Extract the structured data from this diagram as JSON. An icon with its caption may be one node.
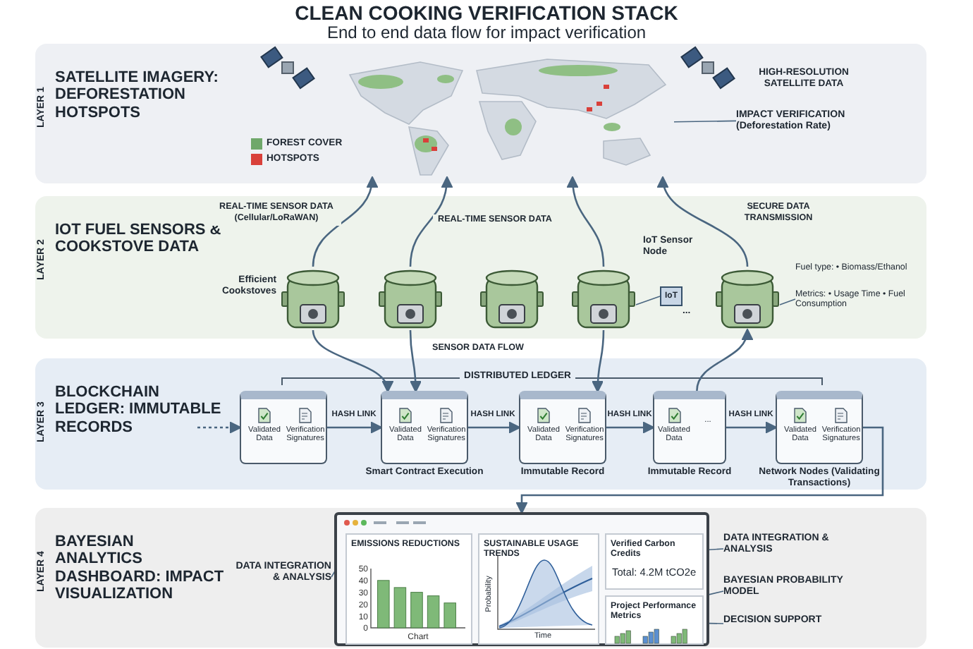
{
  "diagram": {
    "title": "CLEAN COOKING VERIFICATION STACK",
    "caption": "End to end data flow for impact verification",
    "nodes": [
      {
        "text": [
          "LAYER 1",
          "SATELLITE IMAGERY: DEFORESTATION HOTSPOTS"
        ]
      },
      {
        "text": [],
        "shape": "picture",
        "in": 0
      },
      {
        "text": [],
        "shape": "picture",
        "in": 0
      },
      {
        "text": [],
        "shape": "picture",
        "in": 0
      },
      {
        "text": [
          "IMPACT VERIFICATION (Deforestation Rate)"
        ],
        "in": 0
      },
      {
        "text": [
          "LAYER 2",
          "IOT FUEL SENSORS & COOKSTOVE DATA"
        ]
      },
      {
        "text": [],
        "shape": "picture",
        "in": 5,
        "beside": [
          "Efficient Cookstoves"
        ]
      },
      {
        "text": [],
        "shape": "picture",
        "in": 5
      },
      {
        "text": [],
        "shape": "picture",
        "in": 5
      },
      {
        "text": [],
        "shape": "picture",
        "in": 5
      },
      {
        "text": [
          "IoT"
        ],
        "in": 5,
        "beside": [
          "IoT Sensor Node",
          "..."
        ]
      },
      {
        "text": [],
        "shape": "picture",
        "in": 5
      },
      {
        "text": [
          "Fuel type: • Biomass/Ethanol",
          "Metrics: • Usage Time • Fuel Consumption"
        ],
        "in": 5
      },
      {
        "text": [
          "LAYER 3",
          "BLOCKCHAIN LEDGER: IMMUTABLE RECORDS"
        ]
      },
      {
        "text": [
          "Validated Data",
          "Verification Signatures"
        ],
        "in": 13
      },
      {
        "text": [
          "Validated Data",
          "Verification Signatures"
        ],
        "in": 13,
        "beside": [
          "Smart Contract Execution"
        ]
      },
      {
        "text": [
          "Validated Data",
          "Verification Signatures"
        ],
        "in": 13,
        "beside": [
          "Immutable Record"
        ]
      },
      {
        "text": [
          "Validated Data",
          "..."
        ],
        "in": 13,
        "beside": [
          "Immutable Record"
        ]
      },
      {
        "text": [
          "Validated Data",
          "Verification Signatures"
        ],
        "in": 13,
        "beside": [
          "Network Nodes (Validating Transactions)"
        ]
      },
      {
        "text": [
          "LAYER 4",
          "BAYESIAN ANALYTICS DASHBOARD: IMPACT VISUALIZATION"
        ]
      },
      {
        "text": [],
        "shape": "box",
        "in": 19
      },
      {
        "text": [
          "EMISSIONS REDUCTIONS"
        ],
        "in": 20
      },
      {
        "text": [
          "SUSTAINABLE USAGE TRENDS",
          "Probability",
          "Time"
        ],
        "in": 20
      },
      {
        "text": [
          "Verified Carbon Credits",
          "Total: 4.2M tCO2e"
        ],
        "in": 20
      },
      {
        "text": [
          "Project Performance Metrics"
        ],
        "in": 20
      },
      {
        "text": [
          "DATA INTEGRATION & ANALYSIS"
        ],
        "in": 19
      },
      {
        "text": [
          "DATA INTEGRATION & ANALYSIS"
        ],
        "in": 19
      },
      {
        "text": [
          "BAYESIAN PROBABILITY MODEL"
        ],
        "in": 19
      },
      {
        "text": [
          "DECISION SUPPORT"
        ],
        "in": 19
      }
    ],
    "edges": [
      {
        "from": 4,
        "to": 2,
        "arrow": "none"
      },
      {
        "from": 6,
        "to": 2,
        "arrow": "to",
        "label": "REAL-TIME SENSOR DATA (Cellular/LoRaWAN)"
      },
      {
        "from": 7,
        "to": 2,
        "arrow": "to",
        "label": "REAL-TIME SENSOR DATA"
      },
      {
        "from": 9,
        "to": 2,
        "arrow": "to"
      },
      {
        "from": 11,
        "to": 2,
        "arrow": "to",
        "label": "SECURE DATA TRANSMISSION"
      },
      {
        "from": 10,
        "to": 9,
        "arrow": "none"
      },
      {
        "from": 12,
        "to": 11,
        "arrow": "none"
      },
      {
        "from": 6,
        "to": 15,
        "arrow": "to"
      },
      {
        "from": 7,
        "to": 15,
        "arrow": "to",
        "label": "SENSOR DATA FLOW"
      },
      {
        "from": 9,
        "to": 16,
        "arrow": "to"
      },
      {
        "from": 17,
        "to": 11,
        "arrow": "to"
      },
      {
        "from": null,
        "to": 14,
        "arrow": "to",
        "style": "dashed"
      },
      {
        "from": 14,
        "to": 15,
        "arrow": "to",
        "label": "HASH LINK"
      },
      {
        "from": 15,
        "to": 16,
        "arrow": "to",
        "label": "HASH LINK"
      },
      {
        "from": 16,
        "to": 17,
        "arrow": "to",
        "label": "HASH LINK"
      },
      {
        "from": 17,
        "to": 18,
        "arrow": "to",
        "label": "HASH LINK"
      },
      {
        "from": 18,
        "to": 20,
        "arrow": "to"
      },
      {
        "from": 25,
        "to": 21,
        "arrow": "none"
      },
      {
        "from": 26,
        "to": 23,
        "arrow": "none"
      },
      {
        "from": 27,
        "to": 24,
        "arrow": "none"
      },
      {
        "from": 28,
        "to": 24,
        "arrow": "none"
      }
    ],
    "labels": [
      "HIGH-RESOLUTION SATELLITE DATA",
      "DISTRIBUTED LEDGER"
    ],
    "legend": [
      {
        "text": "FOREST COVER",
        "color": "#6fa86a"
      },
      {
        "text": "HOTSPOTS",
        "color": "#d9403a"
      }
    ],
    "chart_data": {
      "type": "bar",
      "xlabel": "Chart",
      "categories": [
        null,
        null,
        null,
        null,
        null
      ],
      "values": [
        40,
        34,
        30,
        27,
        21
      ],
      "ylim": [
        0,
        50
      ],
      "yticks": [
        0,
        10,
        20,
        30,
        40,
        50
      ]
    }
  }
}
